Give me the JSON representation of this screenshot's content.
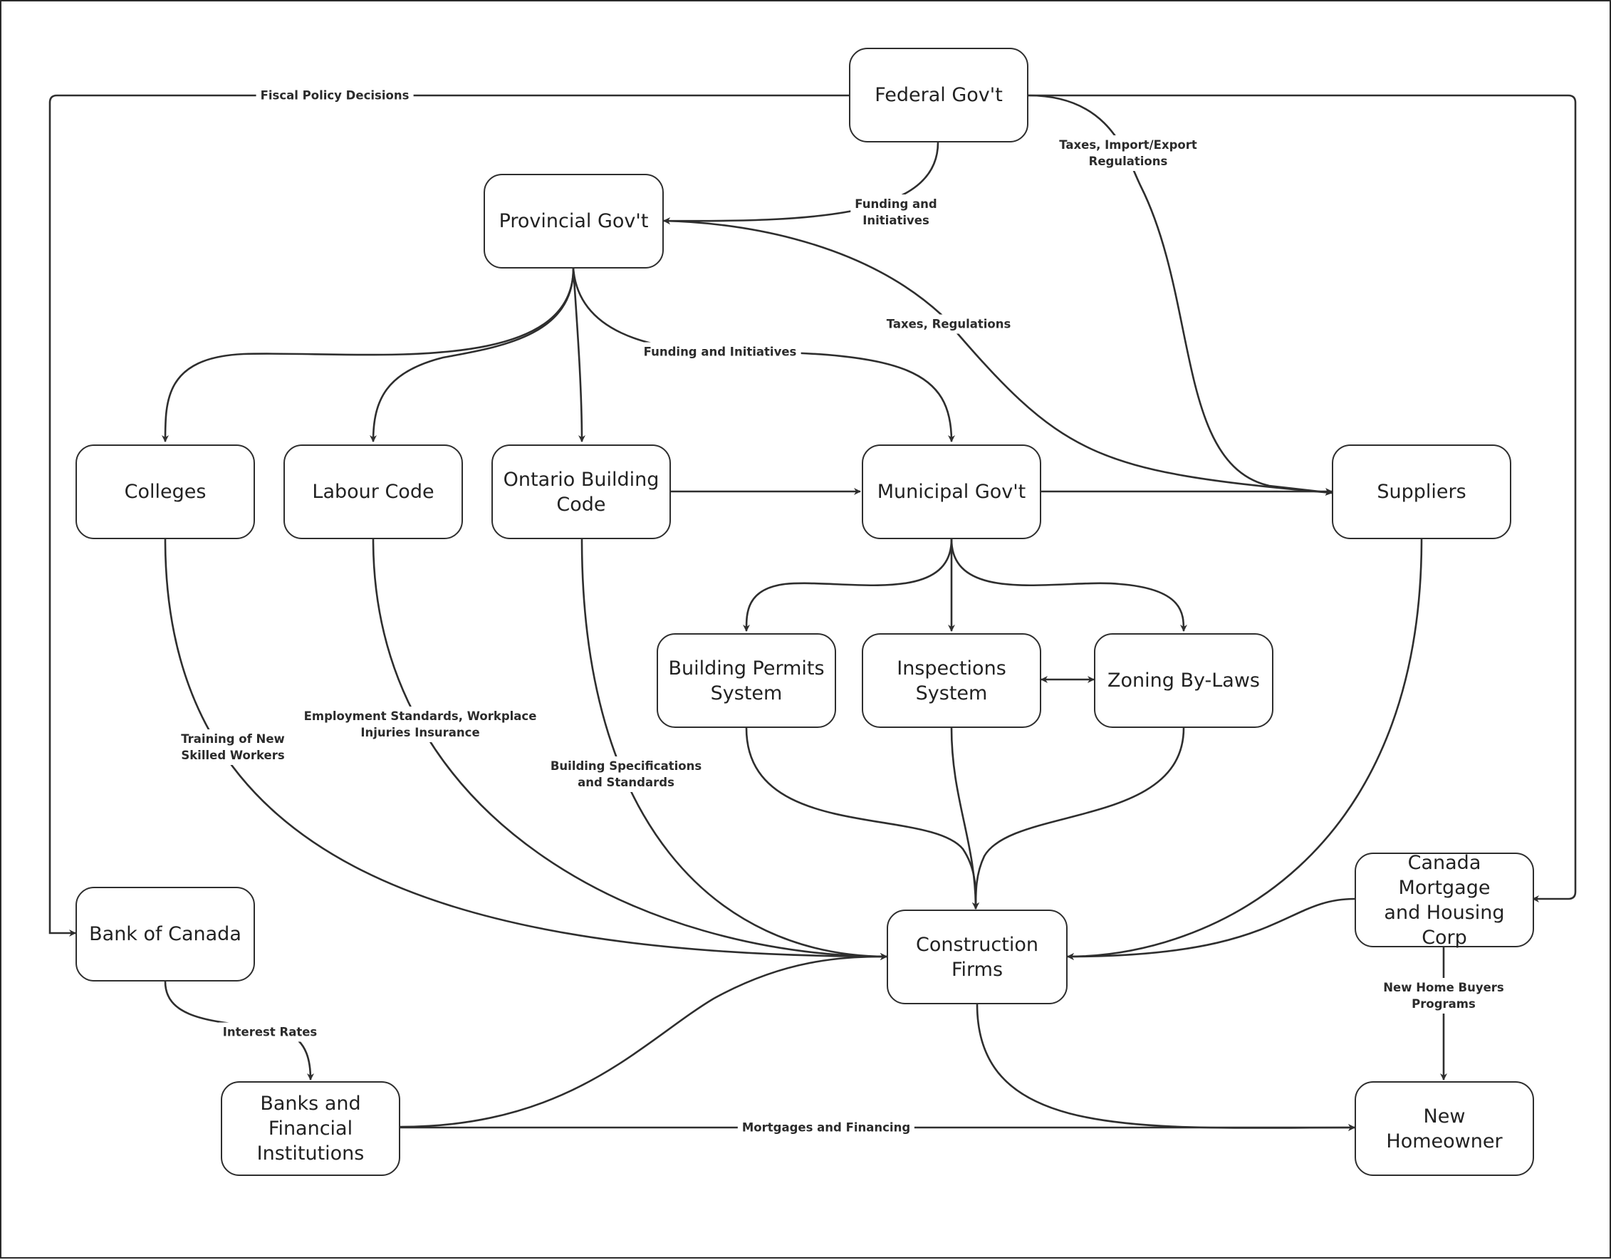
{
  "nodes": {
    "federal": "Federal Gov't",
    "provincial": "Provincial Gov't",
    "colleges": "Colleges",
    "labour": "Labour Code",
    "obc": "Ontario Building\nCode",
    "municipal": "Municipal Gov't",
    "suppliers": "Suppliers",
    "permits": "Building Permits\nSystem",
    "inspections": "Inspections System",
    "zoning": "Zoning By-Laws",
    "boc": "Bank of Canada",
    "construction": "Construction Firms",
    "cmhc": "Canada Mortgage\nand Housing Corp",
    "banks": "Banks and Financial\nInstitutions",
    "homeowner": "New Homeowner"
  },
  "edge_labels": {
    "fiscal": "Fiscal Policy Decisions",
    "fed_prov": "Funding and\nInitiatives",
    "fed_sup": "Taxes, Import/Export\nRegulations",
    "prov_sup": "Taxes, Regulations",
    "prov_mun": "Funding and Initiatives",
    "colleges": "Training of New\nSkilled Workers",
    "labour": "Employment Standards, Workplace\nInjuries Insurance",
    "obc": "Building Specifications\nand Standards",
    "interest": "Interest Rates",
    "mortgages": "Mortgages and Financing",
    "cmhc": "New Home Buyers Programs"
  }
}
